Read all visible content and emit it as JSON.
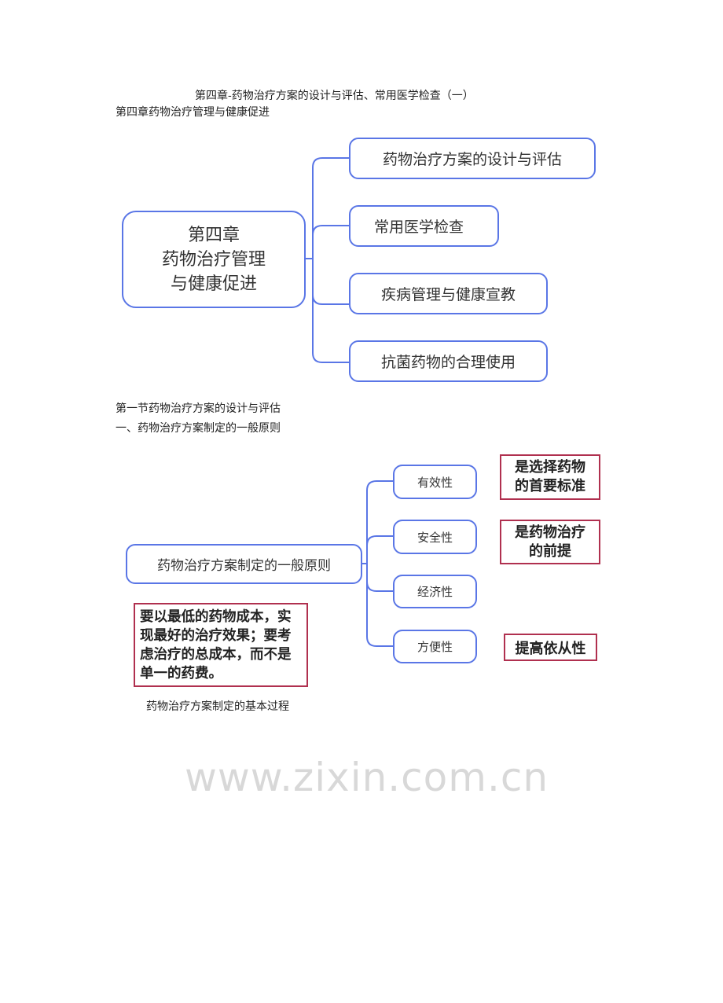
{
  "doc_title": "第四章-药物治疗方案的设计与评估、常用医学检查（一）",
  "chapter_heading": "第四章药物治疗管理与健康促进",
  "diagram1": {
    "center": [
      "第四章",
      "药物治疗管理",
      "与健康促进"
    ],
    "branches": [
      "药物治疗方案的设计与评估",
      "常用医学检查",
      "疾病管理与健康宣教",
      "抗菌药物的合理使用"
    ]
  },
  "section_heading": "第一节药物治疗方案的设计与评估",
  "subsection_heading": "一、药物治疗方案制定的一般原则",
  "diagram2": {
    "center": "药物治疗方案制定的一般原则",
    "branches": [
      "有效性",
      "安全性",
      "经济性",
      "方便性"
    ],
    "notes": {
      "effectiveness": [
        "是选择药物",
        "的首要标准"
      ],
      "safety": [
        "是药物治疗",
        "的前提"
      ],
      "convenience": "提高依从性",
      "economy": [
        "要以最低的药物成本，实",
        "现最好的治疗效果；要考",
        "虑治疗的总成本，而不是",
        "单一的药费。"
      ]
    }
  },
  "caption": "药物治疗方案制定的基本过程",
  "watermark": "www.zixin.com.cn",
  "colors": {
    "branch_border": "#5a76e6",
    "note_border": "#b0304f"
  }
}
